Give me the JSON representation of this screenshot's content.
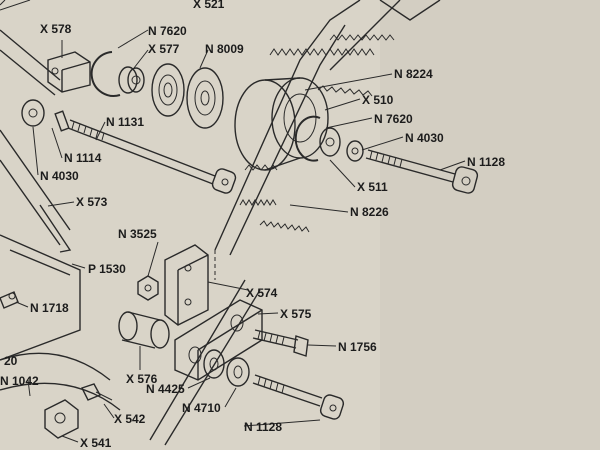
{
  "colors": {
    "paper": "#d9d4c8",
    "ink": "#1c1c1c"
  },
  "labels": {
    "x521": "X 521",
    "x578": "X 578",
    "n7620_top": "N 7620",
    "x577": "X 577",
    "n8009": "N 8009",
    "n8224": "N 8224",
    "x510": "X 510",
    "n7620_mid": "N 7620",
    "n4030_right": "N 4030",
    "n1128_right": "N 1128",
    "x511": "X 511",
    "n8226": "N 8226",
    "n1131": "N 1131",
    "n1114": "N 1114",
    "n4030_left": "N 4030",
    "x573": "X 573",
    "n3525": "N 3525",
    "p1530": "P 1530",
    "x574": "X 574",
    "x575": "X 575",
    "n1718": "N 1718",
    "n1756": "N 1756",
    "n20": "20",
    "x576": "X 576",
    "n1042": "N 1042",
    "n4425": "N 4425",
    "n4710": "N 4710",
    "x542": "X 542",
    "n1128_bottom": "N 1128",
    "x541": "X 541"
  }
}
